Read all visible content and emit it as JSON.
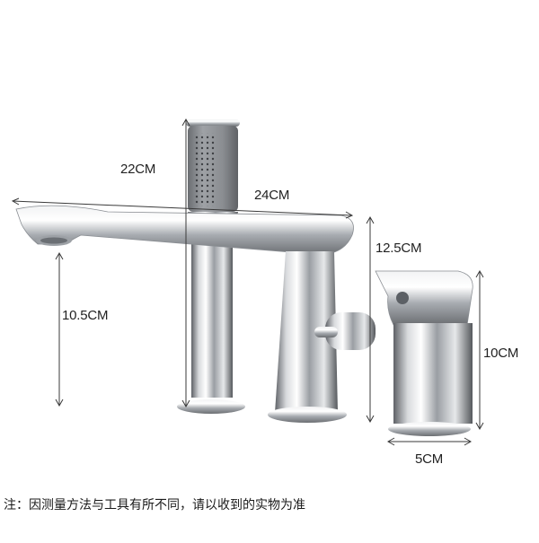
{
  "image": {
    "subject": "three-piece chrome bathtub faucet set with pull-out hand shower",
    "background_color": "#ffffff",
    "chrome_color": "#b9bcc0"
  },
  "dimensions": {
    "hand_shower_height": "22CM",
    "spout_length": "24CM",
    "spout_height": "10.5CM",
    "valve_height": "12.5CM",
    "handle_height": "10CM",
    "base_diameter": "5CM"
  },
  "note": "注：因测量方法与工具有所不同，请以收到的实物为准"
}
